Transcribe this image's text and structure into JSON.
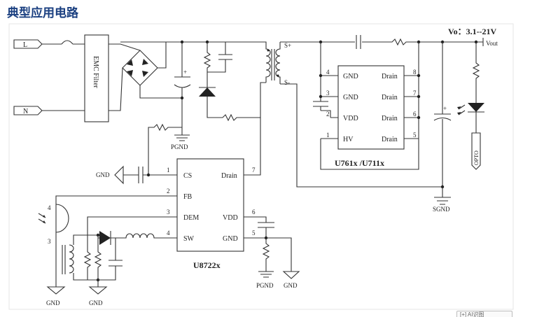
{
  "title": "典型应用电路",
  "vo_label": "Vo：3.1--21V",
  "vout_label": "Vout",
  "emc_label": "EMC Filter",
  "inputs": {
    "l": "L",
    "n": "N"
  },
  "transformer": {
    "sp": "S+",
    "sm": "S-"
  },
  "grounds": {
    "pgnd_top": "PGND",
    "gnd_cs": "GND",
    "sgnd": "SGND",
    "pgnd_bottom": "PGND",
    "gnd_bottom": "GND",
    "gnd_left1": "GND",
    "gnd_left2": "GND"
  },
  "u761": {
    "name": "U761x /U711x",
    "left_pins": [
      {
        "num": "4",
        "label": "GND"
      },
      {
        "num": "3",
        "label": "GND"
      },
      {
        "num": "2",
        "label": "VDD"
      },
      {
        "num": "1",
        "label": "HV"
      }
    ],
    "right_pins": [
      {
        "num": "8",
        "label": "Drain"
      },
      {
        "num": "7",
        "label": "Drain"
      },
      {
        "num": "6",
        "label": "Drain"
      },
      {
        "num": "5",
        "label": "Drain"
      }
    ]
  },
  "u8722": {
    "name": "U8722x",
    "left_pins": [
      {
        "num": "1",
        "label": "CS"
      },
      {
        "num": "2",
        "label": "FB"
      },
      {
        "num": "3",
        "label": "DEM"
      },
      {
        "num": "4",
        "label": "SW"
      }
    ],
    "right_pins": [
      {
        "num": "7",
        "label": "Drain"
      },
      {
        "num": "6",
        "label": "VDD"
      },
      {
        "num": "5",
        "label": "GND"
      }
    ]
  },
  "opto": {
    "label": "OPTO",
    "pin4": "4",
    "pin3": "3"
  },
  "badge": "[+] AI识图"
}
